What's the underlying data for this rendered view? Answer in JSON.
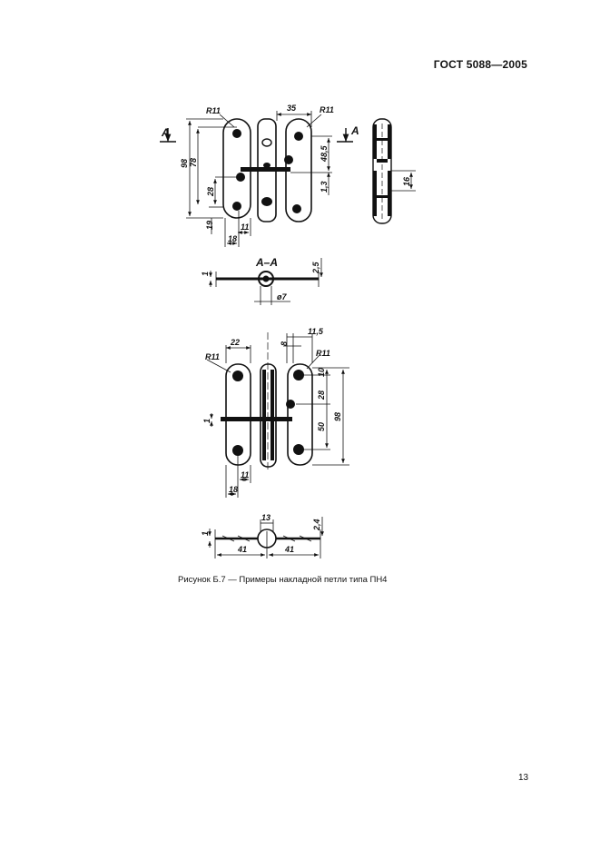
{
  "header": {
    "standard": "ГОСТ 5088—2005"
  },
  "figure": {
    "caption": "Рисунок Б.7 — Примеры накладной петли типа ПН4",
    "section_marks": {
      "left": "A",
      "right": "A",
      "section_title": "A–A"
    },
    "view1_dims": {
      "r_left": "R11",
      "w35": "35",
      "r_right": "R11",
      "d98": "98",
      "d78": "78",
      "d28": "28",
      "d19": "19",
      "d18": "18",
      "d11": "11",
      "d48_5": "48,5",
      "d1_3": "1,3",
      "d16": "16"
    },
    "section_dims": {
      "d1": "1",
      "d2_5": "2,5",
      "d7": "ø7"
    },
    "view2_dims": {
      "d22": "22",
      "r_left": "R11",
      "d11_5": "11,5",
      "d8": "8",
      "r_right": "R11",
      "d10": "10",
      "d28": "28",
      "d50": "50",
      "d98": "98",
      "d1": "1",
      "d11": "11",
      "d18": "18"
    },
    "view3_dims": {
      "d1": "1",
      "d13": "13",
      "d2_4": "2,4",
      "d41_left": "41",
      "d41_right": "41"
    }
  },
  "page_number": "13"
}
